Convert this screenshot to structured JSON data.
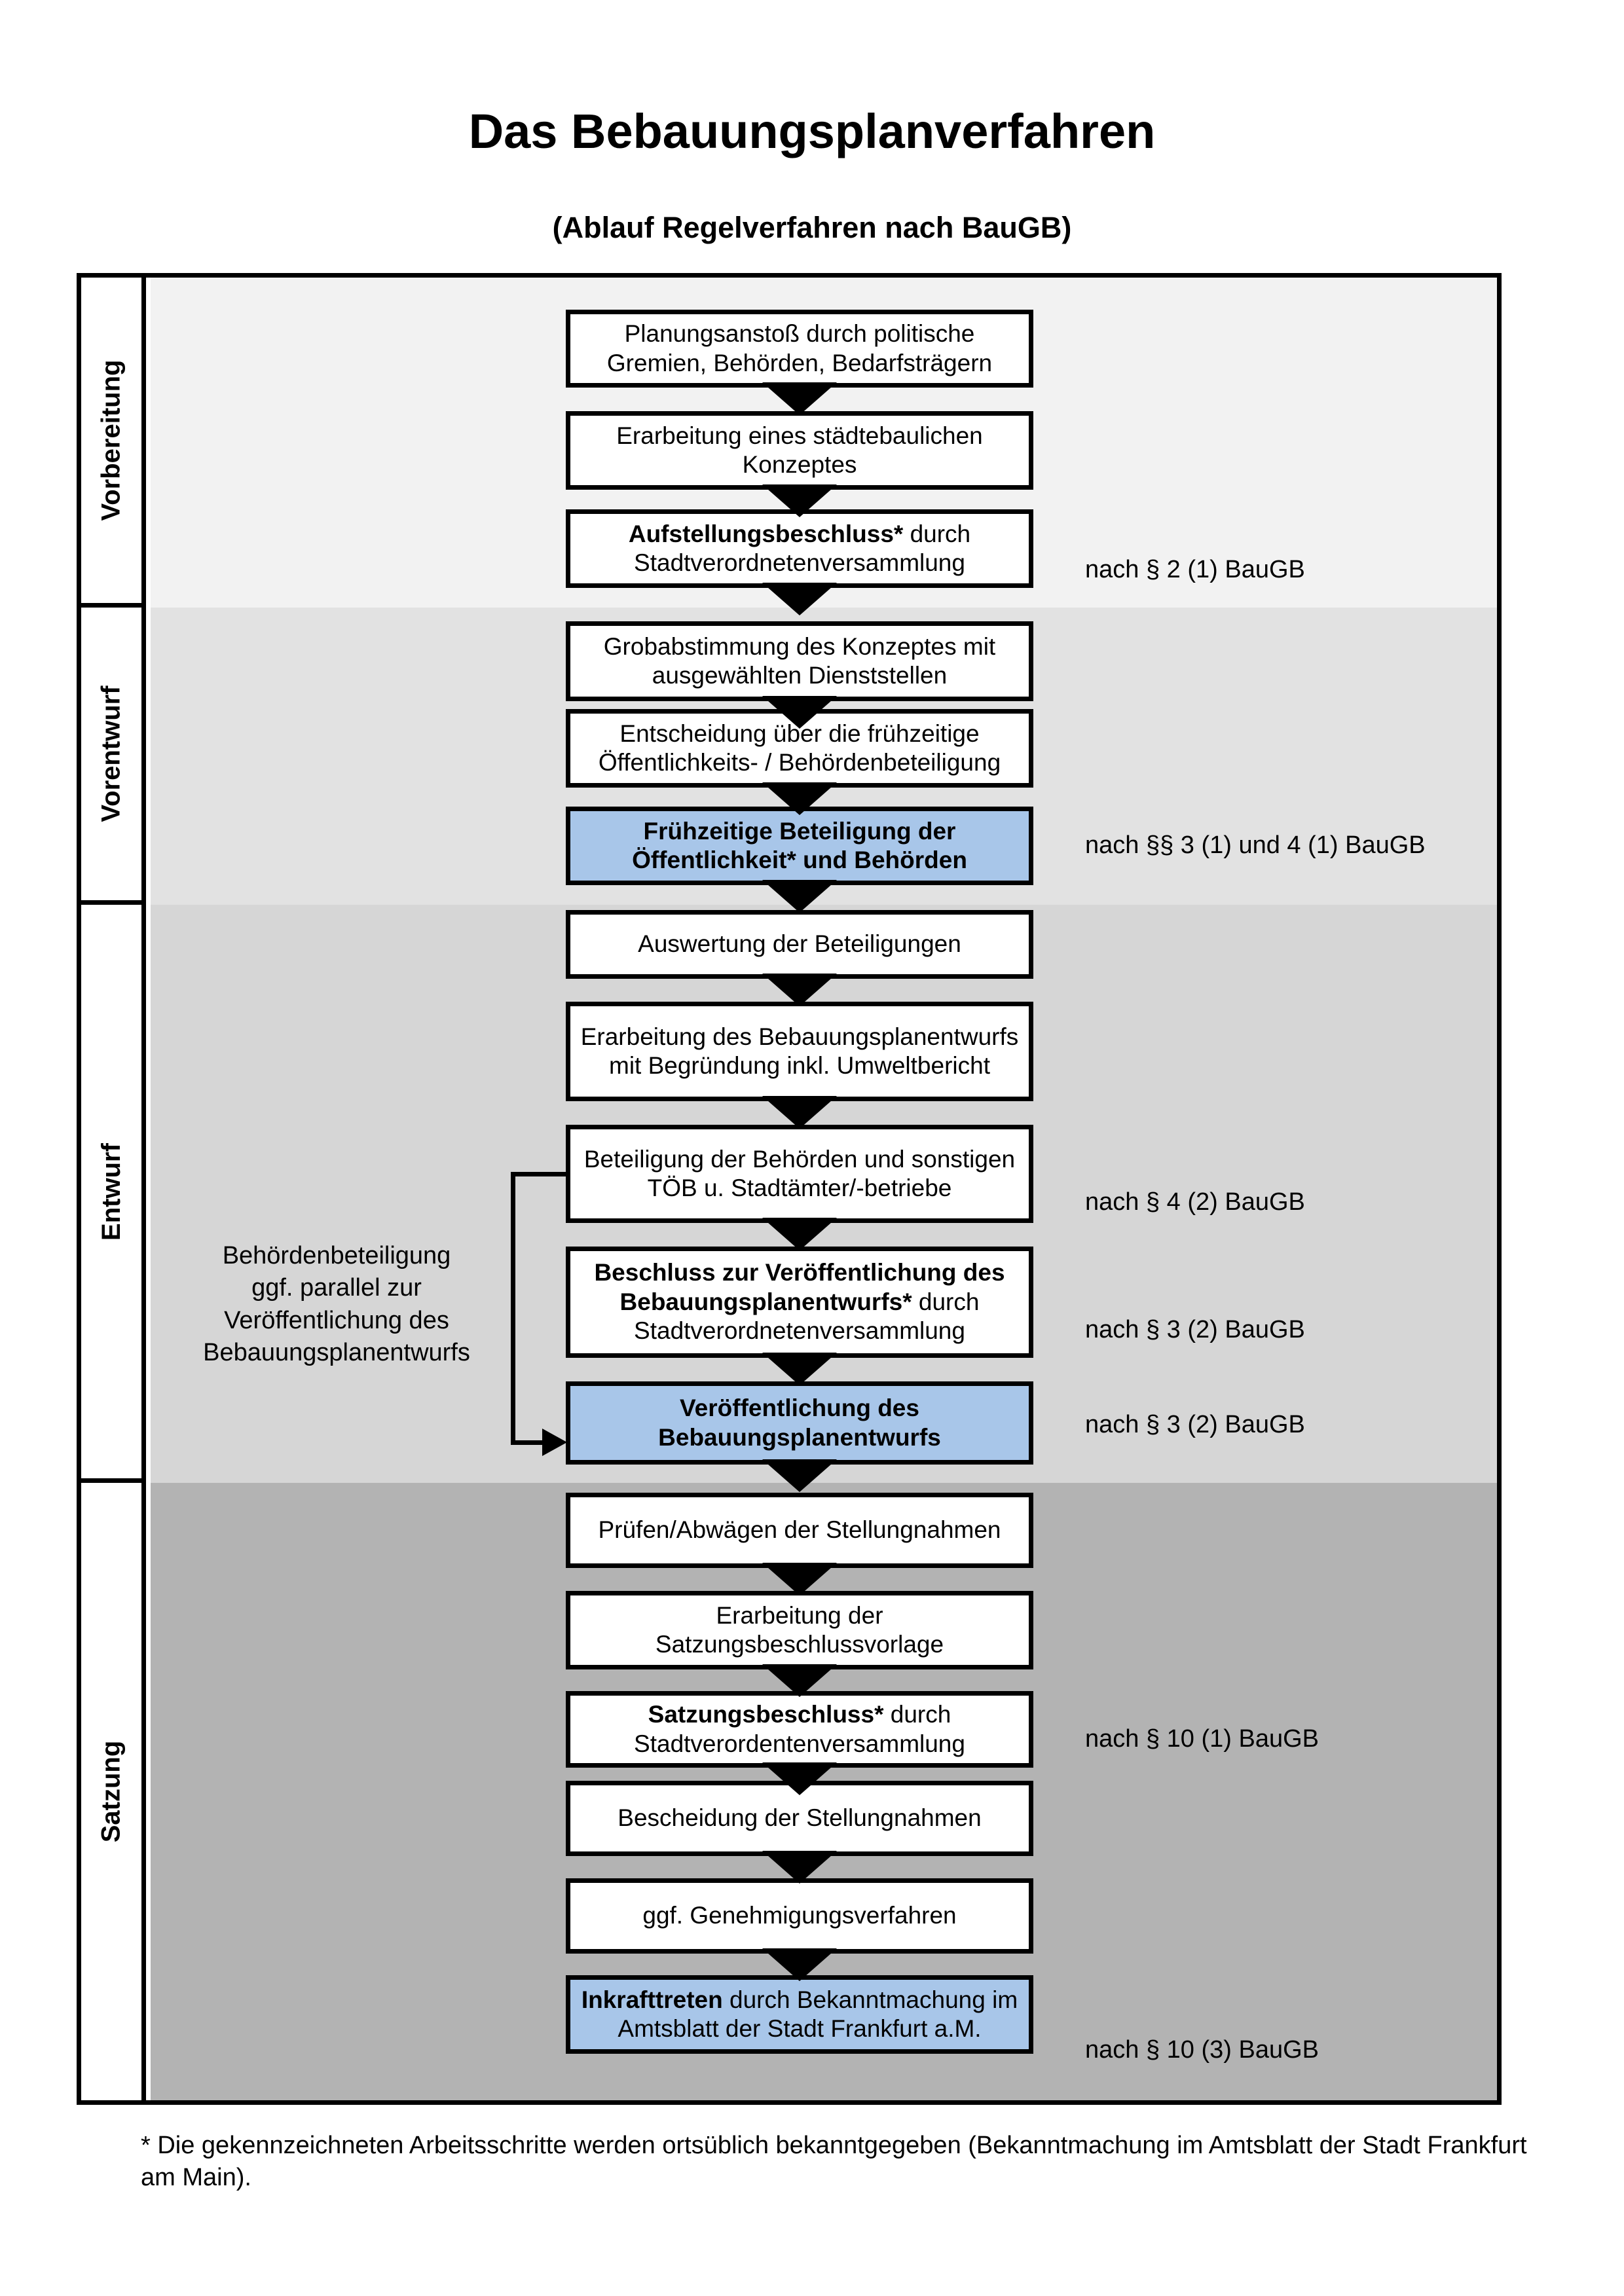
{
  "title": "Das Bebauungsplanverfahren",
  "subtitle": "(Ablauf Regelverfahren nach BauGB)",
  "colors": {
    "highlight_blue": "#a8c6e9",
    "section_vorbereitung": "#f2f2f2",
    "section_vorentwurf": "#e2e2e2",
    "section_entwurf": "#d6d6d6",
    "section_satzung": "#b3b3b3",
    "line_black": "#000000",
    "box_white": "#ffffff"
  },
  "sections": [
    {
      "label": "Vorbereitung"
    },
    {
      "label": "Vorentwurf"
    },
    {
      "label": "Entwurf"
    },
    {
      "label": "Satzung"
    }
  ],
  "boxes": [
    {
      "bold": "",
      "text": "Planungsanstoß durch politische Gremien, Behörden, Bedarfsträgern",
      "variant": "white"
    },
    {
      "bold": "",
      "text": "Erarbeitung eines städtebaulichen Konzeptes",
      "variant": "white"
    },
    {
      "bold": "Aufstellungsbeschluss* ",
      "text": "durch Stadtverordnetenversammlung",
      "variant": "white"
    },
    {
      "bold": "",
      "text": "Grobabstimmung des Konzeptes mit ausgewählten Dienststellen",
      "variant": "white"
    },
    {
      "bold": "",
      "text": "Entscheidung über die frühzeitige Öffentlichkeits- / Behördenbeteiligung",
      "variant": "white"
    },
    {
      "bold": "Frühzeitige Beteiligung der Öffentlichkeit* und Behörden",
      "text": "",
      "variant": "blue"
    },
    {
      "bold": "",
      "text": "Auswertung der Beteiligungen",
      "variant": "white"
    },
    {
      "bold": "",
      "text": "Erarbeitung des Bebauungsplanentwurfs mit Begründung inkl. Umweltbericht",
      "variant": "white"
    },
    {
      "bold": "",
      "text": "Beteiligung der Behörden und sonstigen TÖB u. Stadtämter/-betriebe",
      "variant": "white"
    },
    {
      "bold": "Beschluss zur Veröffentlichung des Bebauungsplanentwurfs* ",
      "text": "durch Stadtverordnetenversammlung",
      "variant": "white"
    },
    {
      "bold": "Veröffentlichung des Bebauungsplanentwurfs",
      "text": "",
      "variant": "blue"
    },
    {
      "bold": "",
      "text": "Prüfen/Abwägen der Stellungnahmen",
      "variant": "white"
    },
    {
      "bold": "",
      "text": "Erarbeitung der Satzungsbeschlussvorlage",
      "variant": "white"
    },
    {
      "bold": "Satzungsbeschluss* ",
      "text": "durch Stadtverordentenversammlung",
      "variant": "white"
    },
    {
      "bold": "",
      "text": "Bescheidung der Stellungnahmen",
      "variant": "white"
    },
    {
      "bold": "",
      "text": "ggf. Genehmigungsverfahren",
      "variant": "white"
    },
    {
      "bold": "Inkrafttreten ",
      "text": "durch Bekanntmachung im Amtsblatt der Stadt Frankfurt a.M.",
      "variant": "blue"
    }
  ],
  "refs": [
    "nach § 2 (1) BauGB",
    "nach §§ 3 (1) und 4 (1) BauGB",
    "nach § 4 (2) BauGB",
    "nach § 3 (2) BauGB",
    "nach § 3 (2) BauGB",
    "nach § 10 (1) BauGB",
    "nach § 10 (3) BauGB"
  ],
  "side_note": "Behördenbeteiligung ggf. parallel zur Veröffentlichung des Bebauungsplanentwurfs",
  "footnote": "* Die gekennzeichneten Arbeitsschritte werden ortsüblich bekanntgegeben (Bekanntmachung im Amtsblatt der Stadt Frankfurt am Main)."
}
